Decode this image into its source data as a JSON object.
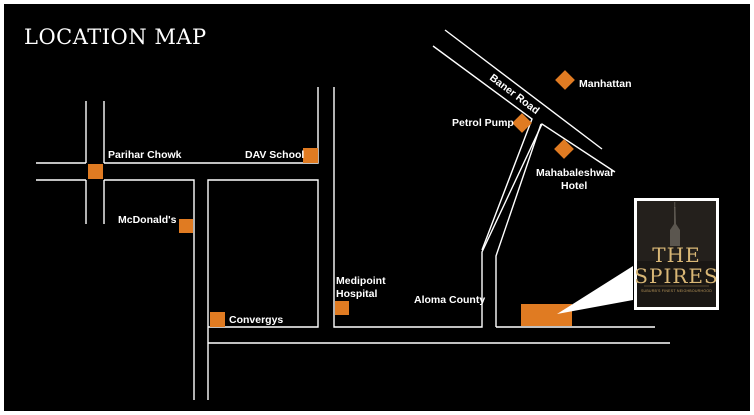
{
  "title": "LOCATION MAP",
  "roads": {
    "baner_road": "Baner Road"
  },
  "landmarks": {
    "parihar_chowk": "Parihar Chowk",
    "dav_school": "DAV School",
    "mcdonalds": "McDonald's",
    "convergys": "Convergys",
    "medipoint_line1": "Medipoint",
    "medipoint_line2": "Hospital",
    "aloma_county": "Aloma County",
    "petrol_pump": "Petrol Pump",
    "manhattan": "Manhattan",
    "mahabaleshwar_line1": "Mahabaleshwar",
    "mahabaleshwar_line2": "Hotel"
  },
  "logo": {
    "line1": "THE",
    "line2": "SPIRES",
    "tagline": "SUBURB'S FINEST NEIGHBOURHOOD"
  },
  "colors": {
    "background": "#000000",
    "road": "#ffffff",
    "marker": "#e07b22",
    "logo_gold": "#d9b776"
  }
}
